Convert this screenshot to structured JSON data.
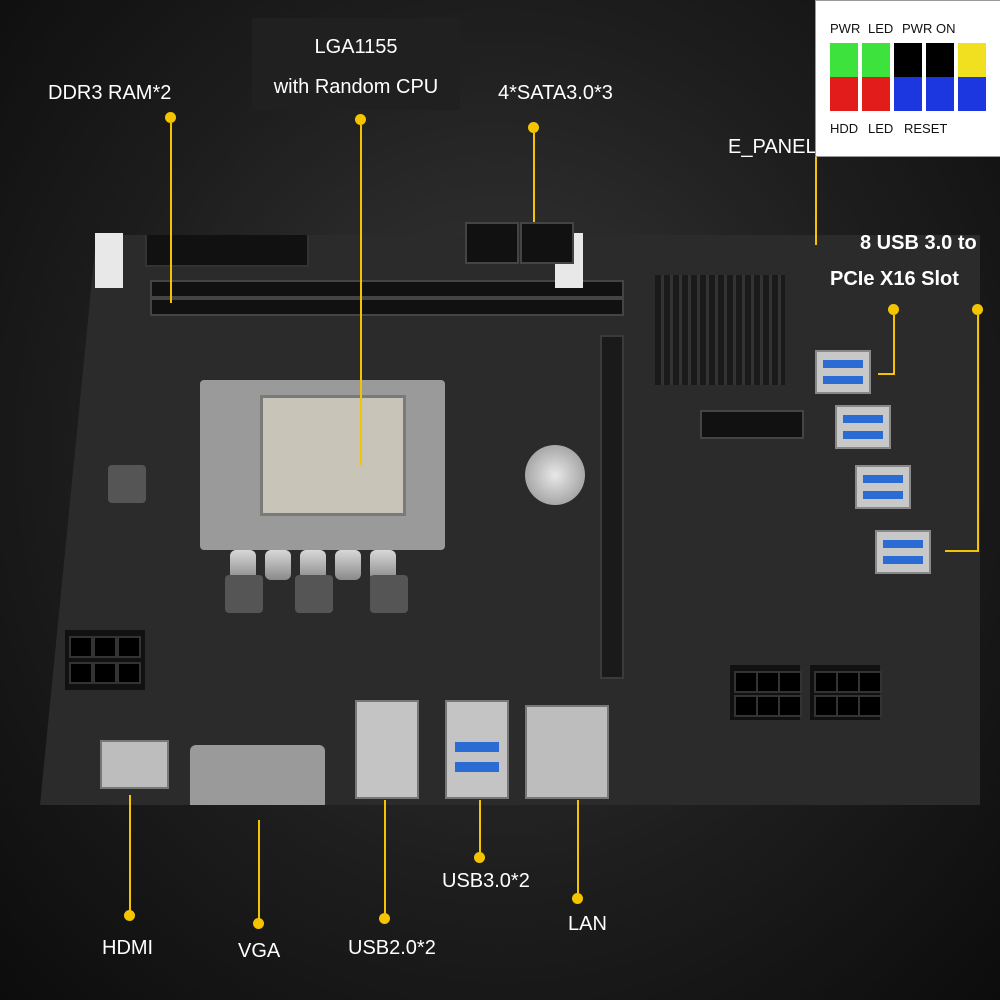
{
  "labels": {
    "ddr3": "DDR3 RAM*2",
    "cpu_line1": "LGA1155",
    "cpu_line2": "with Random CPU",
    "sata": "4*SATA3.0*3",
    "e_panel": "E_PANEL",
    "usb_pcie_line1": "8 USB 3.0 to",
    "usb_pcie_line2": "PCIe X16 Slot",
    "hdmi": "HDMI",
    "vga": "VGA",
    "usb2": "USB2.0*2",
    "usb3": "USB3.0*2",
    "lan": "LAN"
  },
  "legend": {
    "top": [
      "PWR",
      "LED",
      "PWR",
      "ON"
    ],
    "bottom": [
      "HDD",
      "LED",
      "RESET"
    ],
    "pin_colors_top": [
      "#3de23d",
      "#3de23d",
      "#000000",
      "#000000",
      "#f0e020"
    ],
    "pin_colors_bottom": [
      "#e21b1b",
      "#e21b1b",
      "#1c36e0",
      "#1c36e0",
      "#1c36e0"
    ]
  },
  "colors": {
    "accent": "#f5c400",
    "board": "#2b2b2b",
    "usb_blue": "#2a6cd4"
  }
}
